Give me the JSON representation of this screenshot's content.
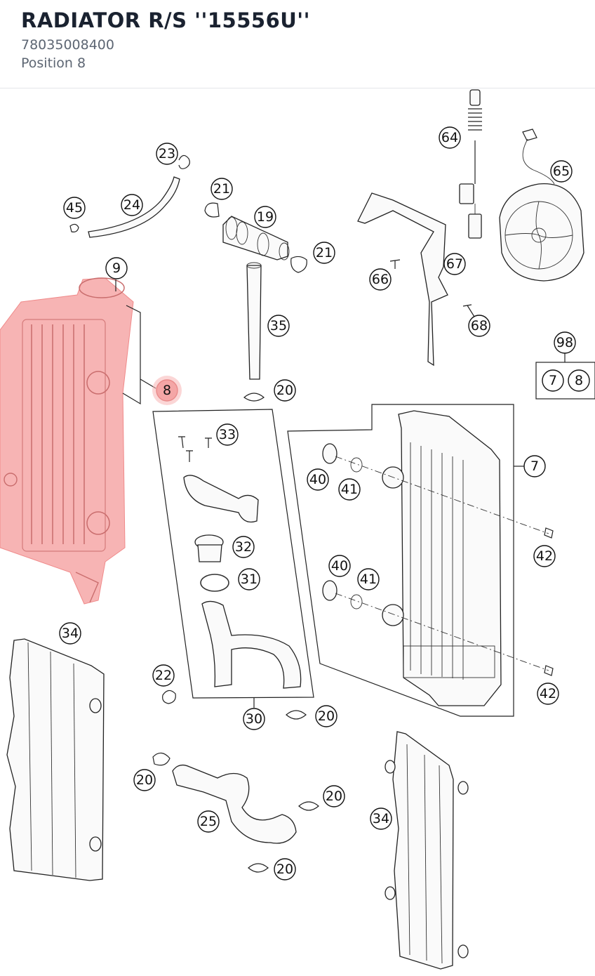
{
  "header": {
    "title": "RADIATOR R/S ''15556U''",
    "part_number": "78035008400",
    "position": "Position 8"
  },
  "callouts": [
    {
      "id": "c64",
      "label": "64",
      "highlight": false
    },
    {
      "id": "c23",
      "label": "23",
      "highlight": false
    },
    {
      "id": "c65",
      "label": "65",
      "highlight": false
    },
    {
      "id": "c21a",
      "label": "21",
      "highlight": false
    },
    {
      "id": "c45",
      "label": "45",
      "highlight": false
    },
    {
      "id": "c24",
      "label": "24",
      "highlight": false
    },
    {
      "id": "c19",
      "label": "19",
      "highlight": false
    },
    {
      "id": "c21b",
      "label": "21",
      "highlight": false
    },
    {
      "id": "c9",
      "label": "9",
      "highlight": false
    },
    {
      "id": "c67",
      "label": "67",
      "highlight": false
    },
    {
      "id": "c66",
      "label": "66",
      "highlight": false
    },
    {
      "id": "c35",
      "label": "35",
      "highlight": false
    },
    {
      "id": "c68",
      "label": "68",
      "highlight": false
    },
    {
      "id": "c98",
      "label": "98",
      "highlight": false
    },
    {
      "id": "c8",
      "label": "8",
      "highlight": true
    },
    {
      "id": "c20a",
      "label": "20",
      "highlight": false
    },
    {
      "id": "c98_7",
      "label": "7",
      "highlight": false
    },
    {
      "id": "c98_8",
      "label": "8",
      "highlight": false
    },
    {
      "id": "c33",
      "label": "33",
      "highlight": false
    },
    {
      "id": "c7",
      "label": "7",
      "highlight": false
    },
    {
      "id": "c40a",
      "label": "40",
      "highlight": false
    },
    {
      "id": "c41a",
      "label": "41",
      "highlight": false
    },
    {
      "id": "c32",
      "label": "32",
      "highlight": false
    },
    {
      "id": "c42a",
      "label": "42",
      "highlight": false
    },
    {
      "id": "c31",
      "label": "31",
      "highlight": false
    },
    {
      "id": "c40b",
      "label": "40",
      "highlight": false
    },
    {
      "id": "c41b",
      "label": "41",
      "highlight": false
    },
    {
      "id": "c34a",
      "label": "34",
      "highlight": false
    },
    {
      "id": "c22",
      "label": "22",
      "highlight": false
    },
    {
      "id": "c42b",
      "label": "42",
      "highlight": false
    },
    {
      "id": "c30",
      "label": "30",
      "highlight": false
    },
    {
      "id": "c20b",
      "label": "20",
      "highlight": false
    },
    {
      "id": "c20c",
      "label": "20",
      "highlight": false
    },
    {
      "id": "c20d",
      "label": "20",
      "highlight": false
    },
    {
      "id": "c34b",
      "label": "34",
      "highlight": false
    },
    {
      "id": "c25",
      "label": "25",
      "highlight": false
    },
    {
      "id": "c20e",
      "label": "20",
      "highlight": false
    }
  ],
  "colors": {
    "highlight": "#f4a6a6",
    "title": "#1a2230",
    "subtext": "#5d6673"
  }
}
